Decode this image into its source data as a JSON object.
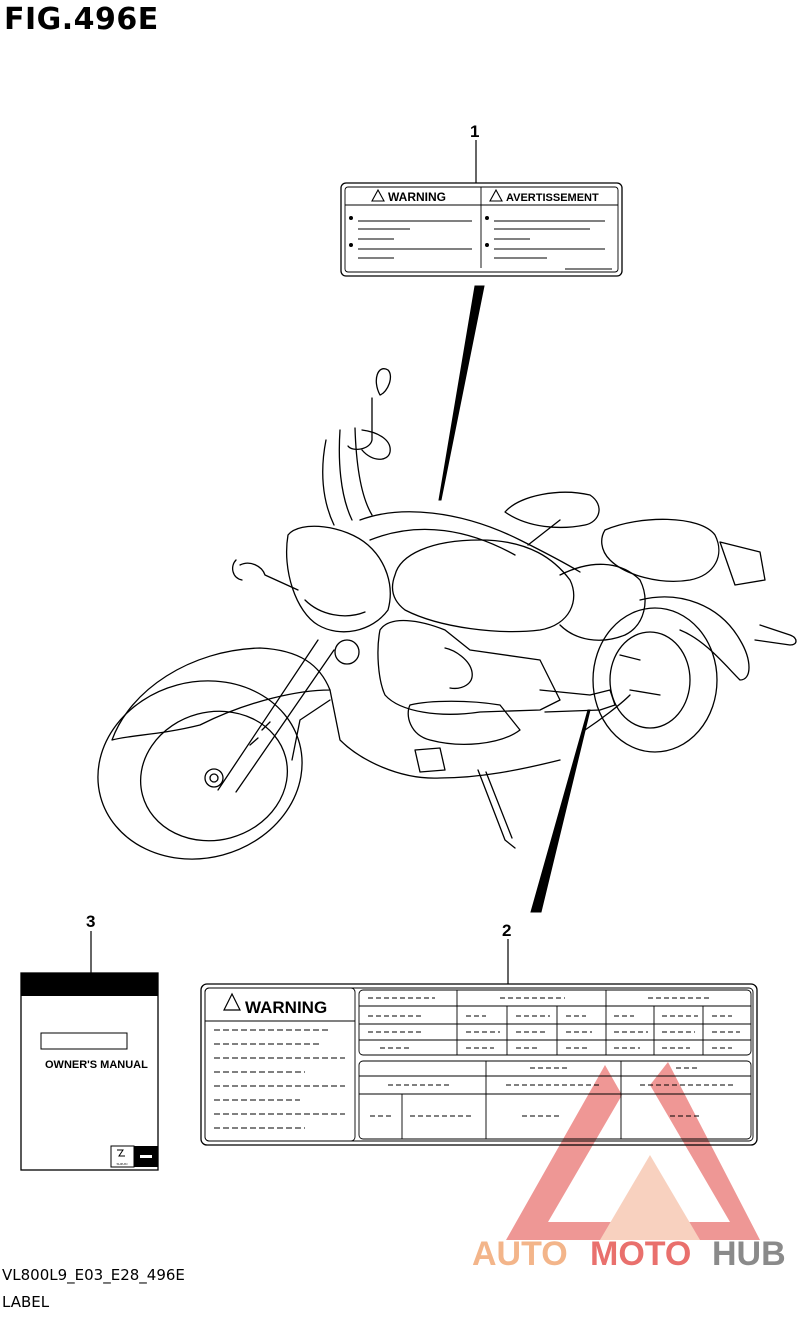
{
  "figure": {
    "title": "FIG.496E",
    "code": "VL800L9_E03_E28_496E",
    "caption": "LABEL"
  },
  "callouts": [
    "1",
    "2",
    "3"
  ],
  "label1": {
    "left_heading": "WARNING",
    "right_heading": "AVERTISSEMENT"
  },
  "label2": {
    "heading": "WARNING"
  },
  "manual": {
    "title": "OWNER'S MANUAL",
    "brand": "SUZUKI"
  },
  "watermark": {
    "part1": "AUTO",
    "part2": "MOTO",
    "part3": "HUB",
    "colors": {
      "auto": "#f3b58a",
      "moto": "#e9706d",
      "hub": "#8a8a8a"
    }
  }
}
